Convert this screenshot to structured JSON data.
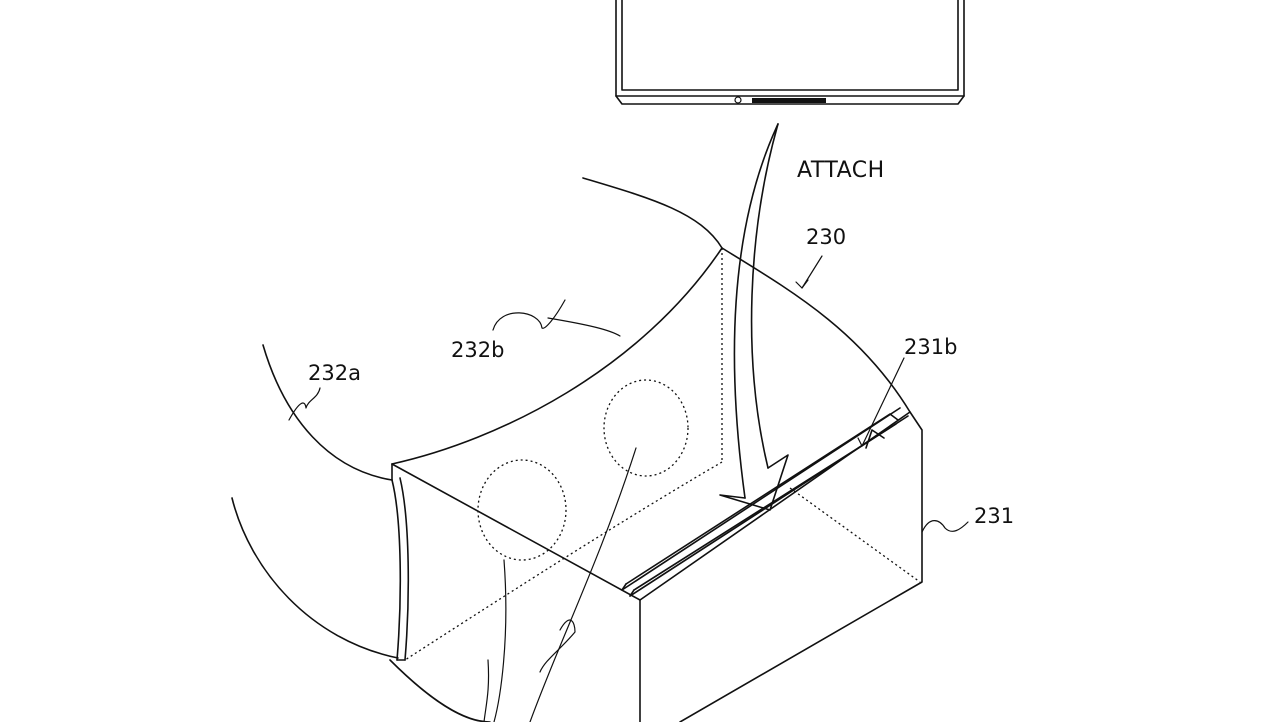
{
  "figure": {
    "labels": {
      "attach": "ATTACH",
      "goggles": "230",
      "housing": "231",
      "slot": "231b",
      "strap_left": "232a",
      "strap_top": "232b"
    }
  }
}
